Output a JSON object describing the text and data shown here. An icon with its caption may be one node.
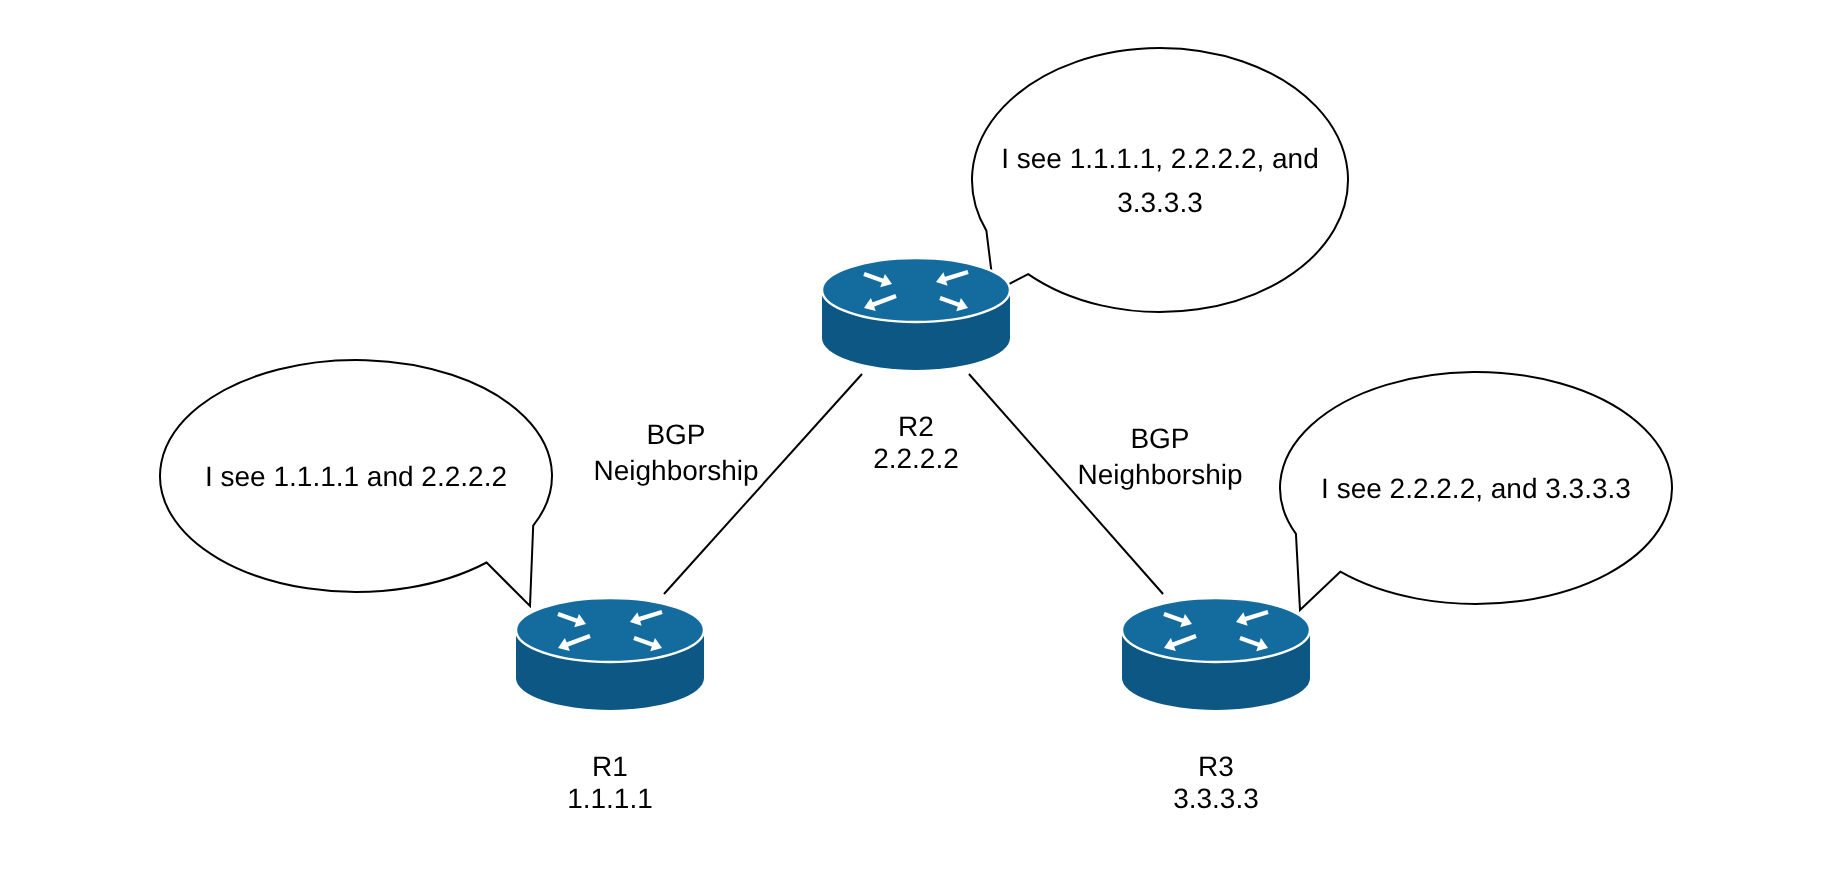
{
  "diagram": {
    "nodes": [
      {
        "text": [
          "I see 1.1.1.1, 2.2.2.2, and 3.3.3.3"
        ]
      },
      {
        "text": [],
        "shape": "cylinder",
        "beside": [
          "R2",
          "2.2.2.2"
        ]
      },
      {
        "text": [
          "I see 1.1.1.1 and 2.2.2.2"
        ]
      },
      {
        "text": [
          "I see 2.2.2.2, and 3.3.3.3"
        ]
      },
      {
        "text": [],
        "shape": "cylinder",
        "beside": [
          "R1",
          "1.1.1.1"
        ]
      },
      {
        "text": [],
        "shape": "cylinder",
        "beside": [
          "R3",
          "3.3.3.3"
        ]
      }
    ],
    "edges": [
      {
        "from": 4,
        "to": 1,
        "arrow": "none",
        "label": "BGP Neighborship"
      },
      {
        "from": 1,
        "to": 5,
        "arrow": "none",
        "label": "BGP Neighborship"
      }
    ]
  }
}
